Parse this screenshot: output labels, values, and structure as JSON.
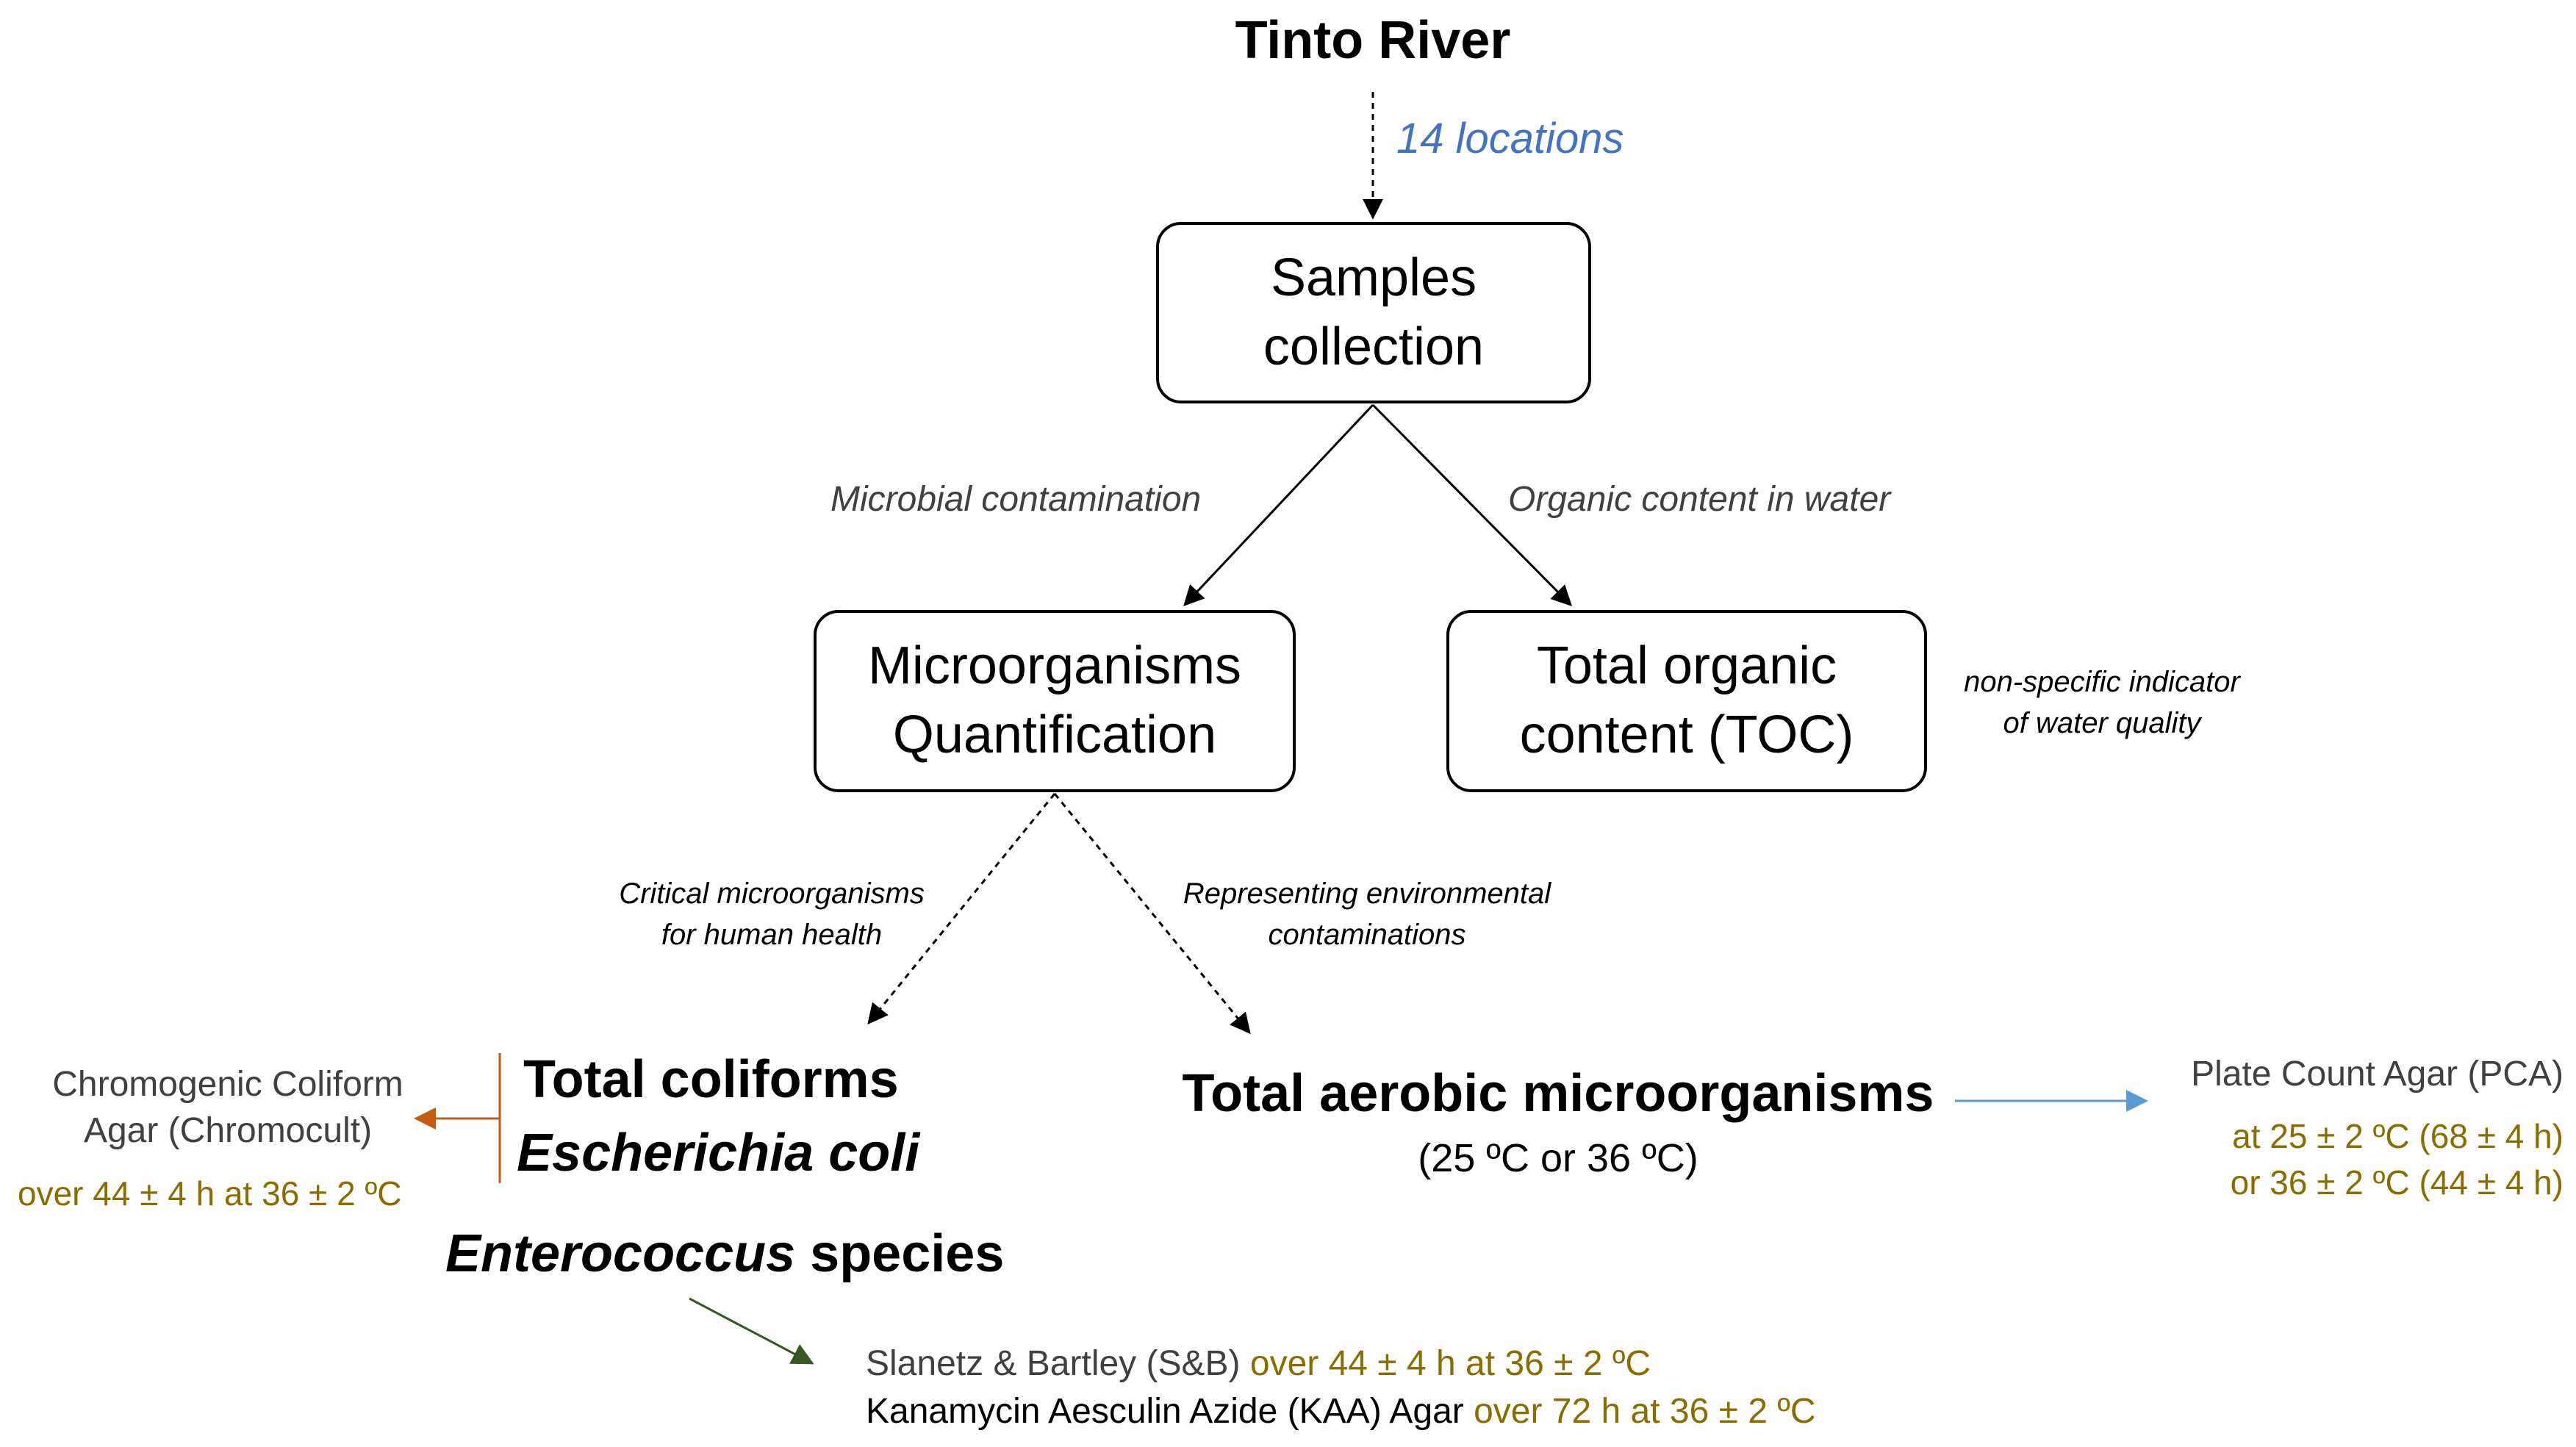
{
  "title": "Tinto River",
  "locations_label": "14 locations",
  "samples_box": [
    "Samples",
    "collection"
  ],
  "edge_microbial": "Microbial contamination",
  "edge_organic": "Organic content in water",
  "microorganisms_box": [
    "Microorganisms",
    "Quantification"
  ],
  "toc_box": [
    "Total organic",
    "content (TOC)"
  ],
  "toc_note": [
    "non-specific indicator",
    "of water quality"
  ],
  "edge_critical": [
    "Critical microorganisms",
    "for human health"
  ],
  "edge_environmental": [
    "Representing environmental",
    "contaminations"
  ],
  "coliforms": {
    "line1": "Total coliforms",
    "line2": "Escherichia coli",
    "enterococcus_italic": "Enterococcus",
    "enterococcus_rest": " species"
  },
  "chromogenic": {
    "line1": "Chromogenic Coliform",
    "line2": "Agar (Chromocult)",
    "condition": "over 44 ± 4 h at 36 ± 2 ºC"
  },
  "aerobic": {
    "title": "Total aerobic microorganisms",
    "temps": "(25 ºC or 36 ºC)"
  },
  "pca": {
    "name": "Plate Count Agar (PCA)",
    "cond1": "at 25 ± 2 ºC (68 ± 4 h)",
    "cond2": "or 36 ±  2 ºC (44 ± 4 h)"
  },
  "enterococcus_media": {
    "sb_name": "Slanetz & Bartley (S&B)",
    "sb_cond": " over 44 ± 4 h at 36 ± 2 ºC",
    "kaa_name": "Kanamycin Aesculin Azide (KAA) Agar",
    "kaa_cond": " over 72 h at 36 ± 2 ºC"
  },
  "colors": {
    "locations_blue": "#4472c4",
    "orange_arrow": "#c55a11",
    "blue_arrow": "#5b9bd5",
    "green_arrow": "#375623",
    "condition_gold": "#8a6d00"
  }
}
